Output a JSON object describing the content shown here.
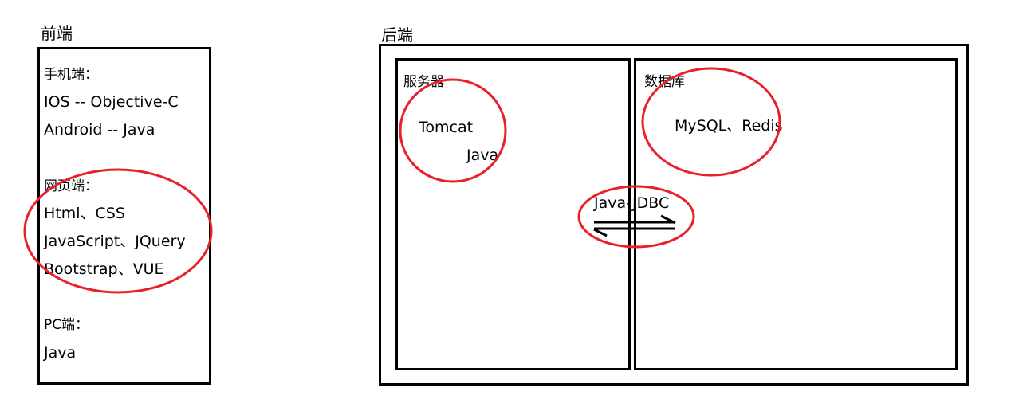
{
  "frontend": {
    "title": "前端",
    "mobile_heading": "手机端：",
    "mobile_items": [
      "IOS -- Objective-C",
      "Android -- Java"
    ],
    "web_heading": "网页端：",
    "web_items": [
      "Html、CSS",
      "JavaScript、JQuery",
      "Bootstrap、VUE"
    ],
    "pc_heading": "PC端：",
    "pc_items": [
      "Java"
    ]
  },
  "backend": {
    "title": "后端",
    "server": {
      "heading": "服务器",
      "items": [
        "Tomcat",
        "Java"
      ]
    },
    "database": {
      "heading": "数据库",
      "items": [
        "MySQL、Redis"
      ]
    },
    "connector_label": "Java-JDBC"
  },
  "colors": {
    "ink": "#000000",
    "highlight": "#e8202a"
  }
}
